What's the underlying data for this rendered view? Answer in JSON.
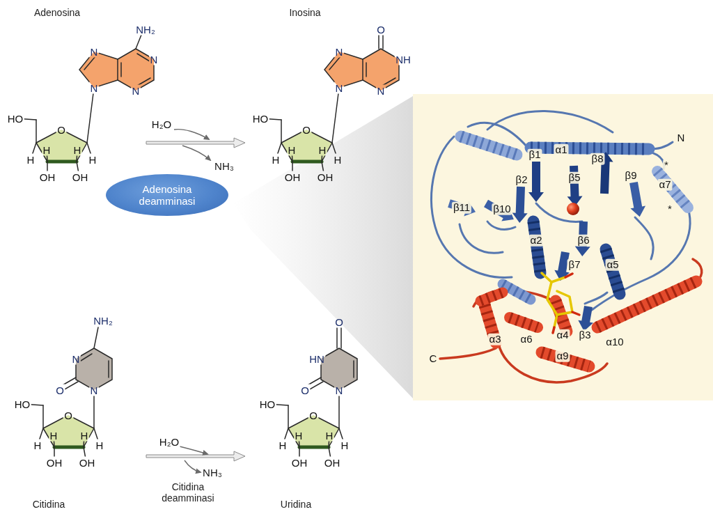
{
  "diagram": {
    "nodes": [
      {
        "text": [
          "Adenosina deamminasi"
        ]
      }
    ],
    "labels": [
      "Adenosina",
      "Inosina",
      "NH₂",
      "N",
      "N",
      "N",
      "N",
      "HO",
      "O",
      "H",
      "H",
      "H",
      "H",
      "OH",
      "OH",
      "H₂O",
      "NH₃",
      "O",
      "N",
      "NH",
      "N",
      "N",
      "HO",
      "O",
      "H",
      "H",
      "H",
      "H",
      "OH",
      "OH",
      "NH₂",
      "N",
      "O",
      "N",
      "HO",
      "O",
      "H",
      "H",
      "H",
      "H",
      "OH",
      "OH",
      "H₂O",
      "NH₃",
      "Citidina deamminasi",
      "O",
      "HN",
      "O",
      "N",
      "HO",
      "O",
      "H",
      "H",
      "H",
      "H",
      "OH",
      "OH",
      "Citidina",
      "Uridina",
      "N",
      "β1",
      "α1",
      "β8",
      "β9",
      "*",
      "β2",
      "β5",
      "α7",
      "*",
      "β11",
      "β10",
      "α2",
      "β6",
      "β7",
      "α5",
      "α3",
      "α6",
      "α4",
      "β3",
      "α10",
      "α9",
      "C"
    ]
  }
}
